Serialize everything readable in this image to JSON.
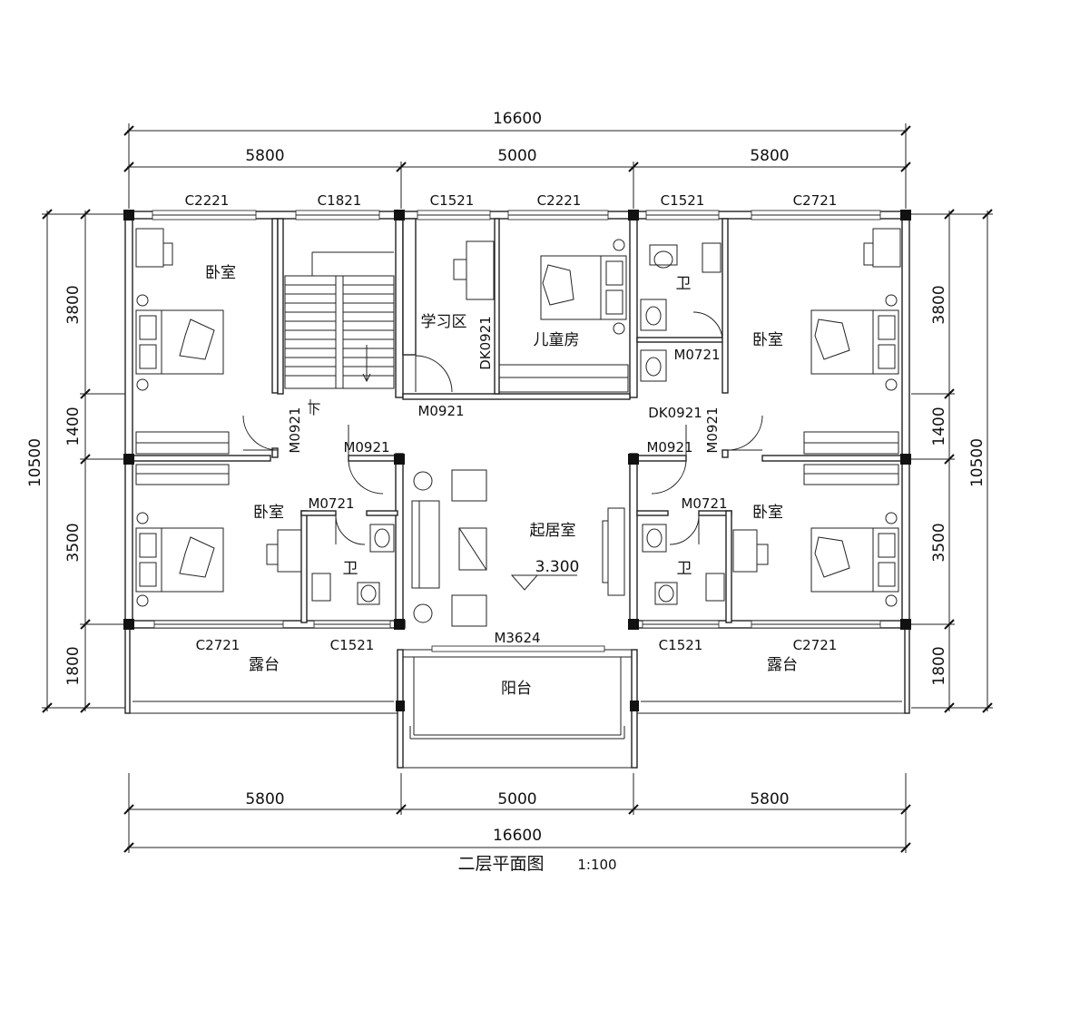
{
  "drawing": {
    "title": "二层平面图",
    "scale": "1:100"
  },
  "dimensions": {
    "total_width": "16600",
    "segments": [
      "5800",
      "5000",
      "5800"
    ],
    "total_height": "10500",
    "rows": [
      "3800",
      "1400",
      "3500",
      "1800"
    ]
  },
  "rooms": {
    "bedroom": "卧室",
    "study": "学习区",
    "kids_room": "儿童房",
    "bathroom": "卫",
    "living_room": "起居室",
    "terrace": "露台",
    "balcony": "阳台",
    "stair_down": "下"
  },
  "elevation": "3.300",
  "windows": {
    "c2221": "C2221",
    "c1821": "C1821",
    "c1521": "C1521",
    "c2721": "C2721"
  },
  "doors": {
    "m0921": "M0921",
    "m0721": "M0721",
    "dk0921": "DK0921",
    "m3624": "M3624"
  }
}
